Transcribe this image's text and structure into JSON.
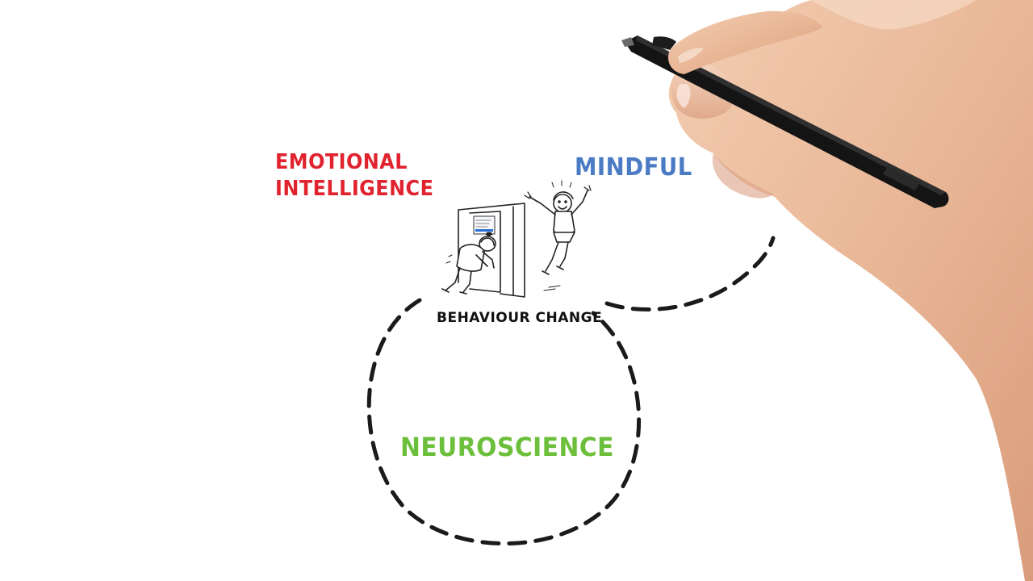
{
  "diagram": {
    "emotional_intelligence": {
      "line1": "EMOTIONAL",
      "line2": "INTELLIGENCE",
      "color": "#e0232e"
    },
    "mindfulness": {
      "label": "MINDFUL",
      "color": "#4a7bc4"
    },
    "behaviour_change": {
      "label": "BEHAVIOUR CHANGE"
    },
    "neuroscience": {
      "label": "NEUROSCIENCE",
      "color": "#6cbf3a"
    }
  }
}
